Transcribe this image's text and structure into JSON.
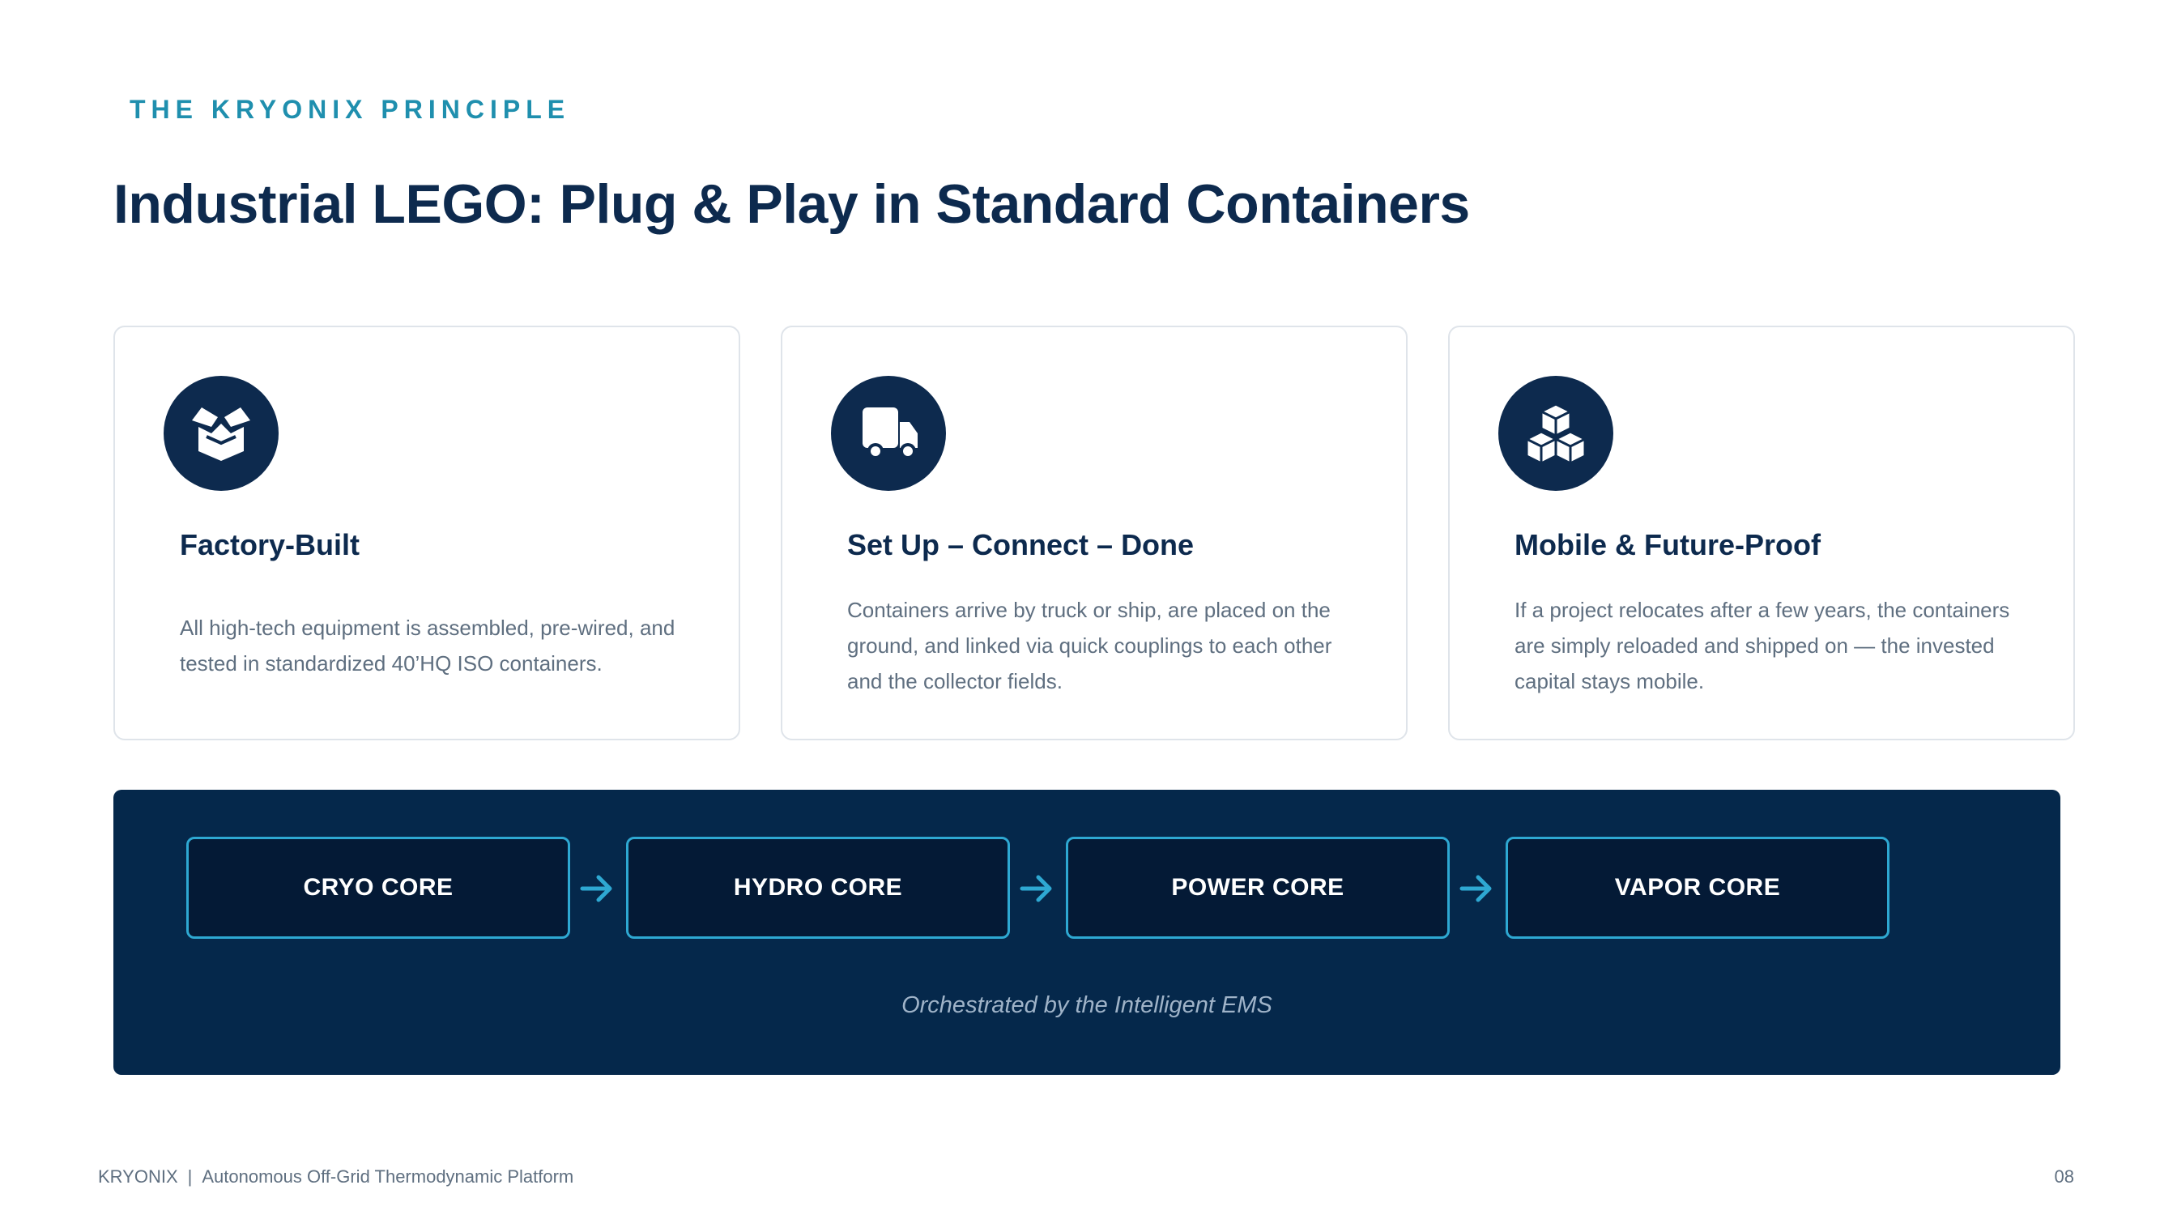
{
  "header": {
    "eyebrow": "THE KRYONIX PRINCIPLE",
    "title": "Industrial LEGO: Plug & Play in Standard Containers"
  },
  "cards": [
    {
      "icon": "open-box-icon",
      "title": "Factory-Built",
      "body": "All high-tech equipment is assembled, pre-wired, and tested in standardized 40’HQ ISO containers."
    },
    {
      "icon": "truck-icon",
      "title": "Set Up – Connect – Done",
      "body": "Containers arrive by truck or ship, are placed on the ground, and linked via quick couplings to each other and the collector fields."
    },
    {
      "icon": "cubes-icon",
      "title": "Mobile & Future-Proof",
      "body": "If a project relocates after a few years, the containers are simply reloaded and shipped on — the invested capital stays mobile."
    }
  ],
  "pipeline": {
    "cores": [
      "CRYO CORE",
      "HYDRO CORE",
      "POWER CORE",
      "VAPOR CORE"
    ],
    "caption": "Orchestrated by the Intelligent EMS"
  },
  "footer": {
    "brand": "KRYONIX",
    "separator": "|",
    "tagline": "Autonomous Off-Grid Thermodynamic Platform",
    "page": "08"
  },
  "colors": {
    "navy": "#0d2a4e",
    "band": "#05284b",
    "accent": "#2ea8d2",
    "eyebrow": "#1f8fae"
  }
}
